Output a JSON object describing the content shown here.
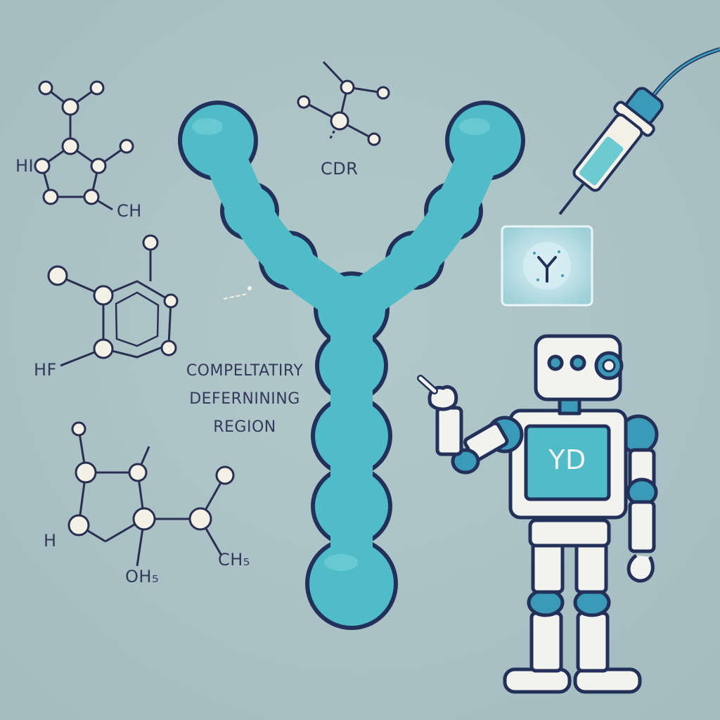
{
  "colors": {
    "background": "#a9c1c4",
    "antibody_fill": "#4fbcc8",
    "antibody_outline": "#23315a",
    "outline": "#2a2f52",
    "node_fill": "#f3f1e6",
    "robot_body": "#f2f2ee",
    "robot_accent": "#3a9ab7",
    "screen": "#4fbcc8"
  },
  "labels": {
    "cdr": "CDR",
    "region_line1": "COMPELTATIRY",
    "region_line2": "DEFERNINING",
    "region_line3": "REGION",
    "mol1_left": "HI",
    "mol1_right": "CH",
    "mol2_left": "HF",
    "mol3_left": "H",
    "mol3_right": "CH₅",
    "mol3_bottom": "OH₅",
    "robot_screen": "YD"
  },
  "icons": {
    "antibody": "y-shaped-antibody",
    "robot": "robot-pointing",
    "syringe": "syringe-icon",
    "sample_panel": "antibody-sample-panel",
    "molecules": "molecule-structure-icon"
  }
}
